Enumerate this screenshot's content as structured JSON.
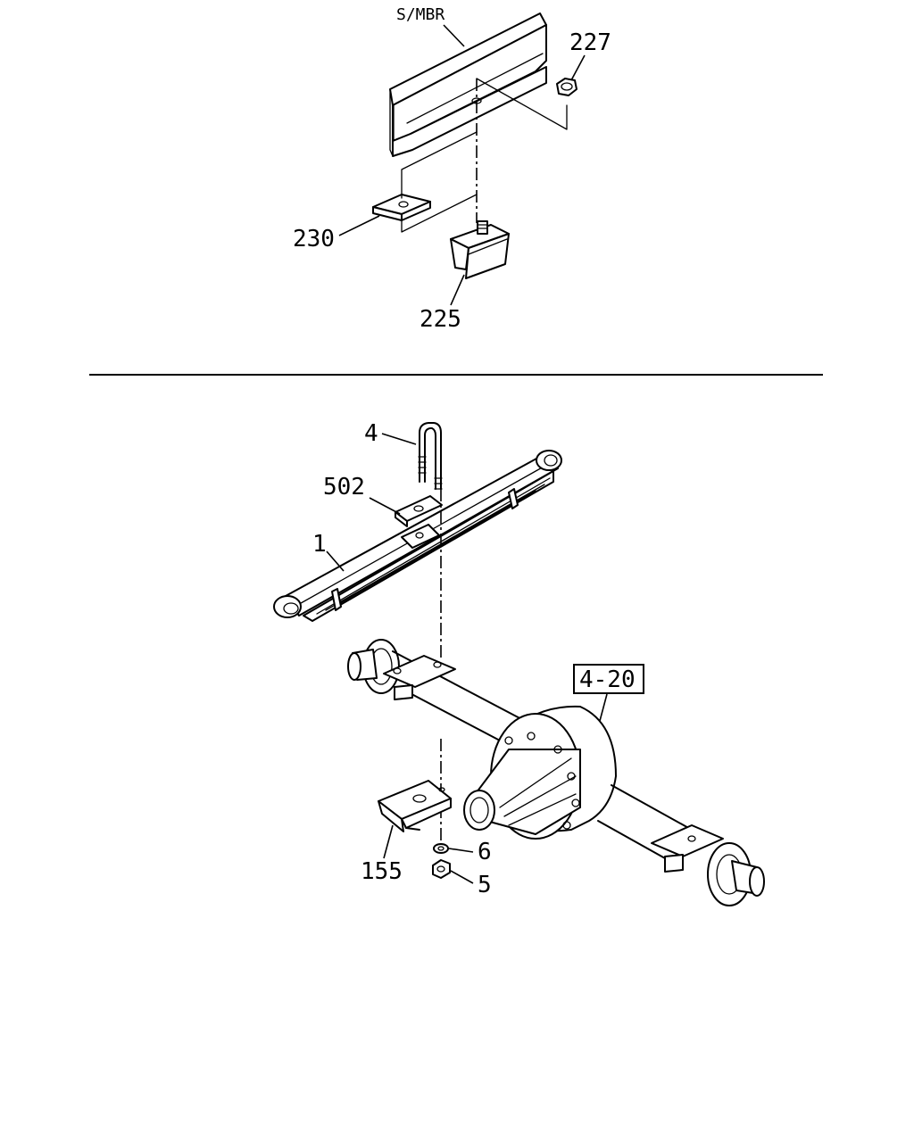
{
  "labels": {
    "frame_member": "S/MBR",
    "nut_upper": "227",
    "plate_upper": "230",
    "bumper": "225",
    "u_bolt": "4",
    "u_bolt_seat": "502",
    "leaf_spring": "1",
    "axle_ref": "4-20",
    "bracket": "155",
    "washer": "6",
    "nut_lower": "5"
  }
}
